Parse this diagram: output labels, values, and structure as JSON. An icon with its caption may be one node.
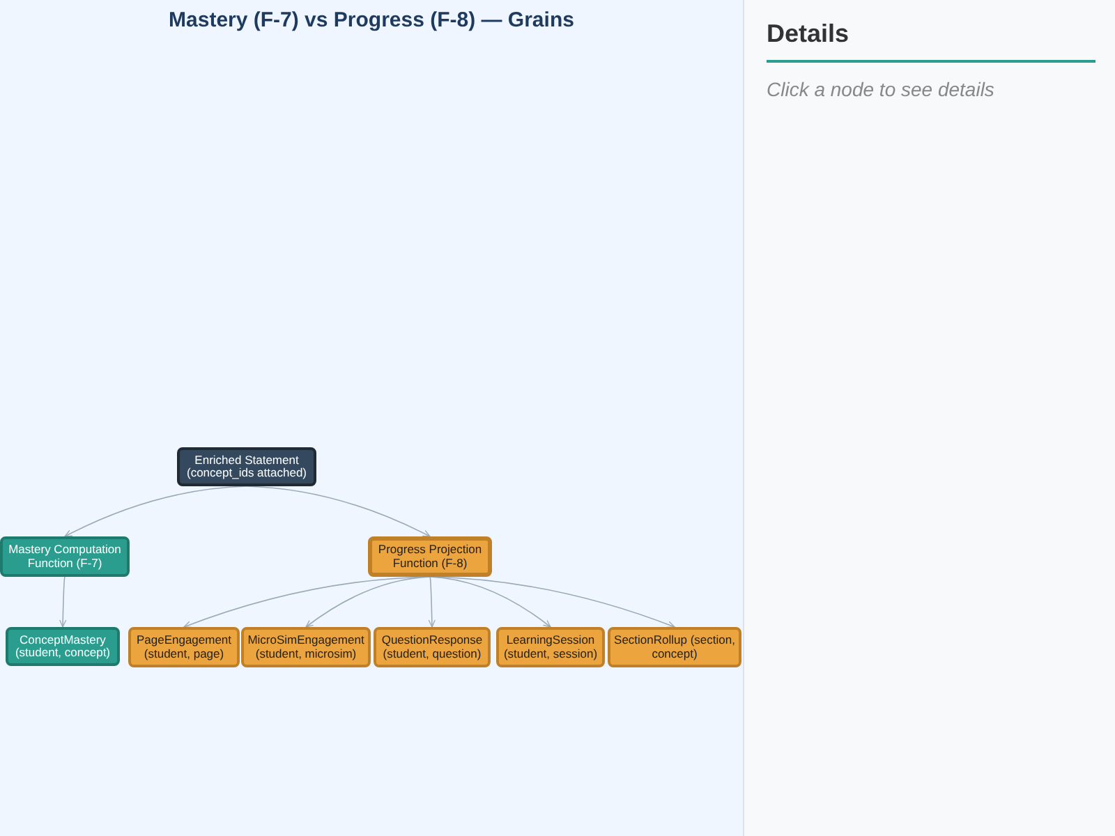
{
  "diagram": {
    "title": "Mastery (F-7) vs Progress (F-8) — Grains",
    "nodes": [
      {
        "text": [
          "Enriched Statement (concept_ids attached)"
        ]
      },
      {
        "text": [
          "Mastery Computation Function (F-7)"
        ]
      },
      {
        "text": [
          "Progress Projection Function (F-8)"
        ]
      },
      {
        "text": [
          "ConceptMastery (student, concept)"
        ]
      },
      {
        "text": [
          "PageEngagement (student, page)"
        ]
      },
      {
        "text": [
          "MicroSimEngagement (student, microsim)"
        ]
      },
      {
        "text": [
          "QuestionResponse (student, question)"
        ]
      },
      {
        "text": [
          "LearningSession (student, session)"
        ]
      },
      {
        "text": [
          "SectionRollup (section, concept)"
        ]
      }
    ],
    "edges": [
      {
        "from": 0,
        "to": 1,
        "arrow": "to"
      },
      {
        "from": 0,
        "to": 2,
        "arrow": "to"
      },
      {
        "from": 1,
        "to": 3,
        "arrow": "to"
      },
      {
        "from": 2,
        "to": 4,
        "arrow": "to"
      },
      {
        "from": 2,
        "to": 5,
        "arrow": "to"
      },
      {
        "from": 2,
        "to": 6,
        "arrow": "to"
      },
      {
        "from": 2,
        "to": 7,
        "arrow": "to"
      },
      {
        "from": 2,
        "to": 8,
        "arrow": "to"
      }
    ],
    "labels": [
      "Details",
      "Click a node to see details"
    ]
  }
}
